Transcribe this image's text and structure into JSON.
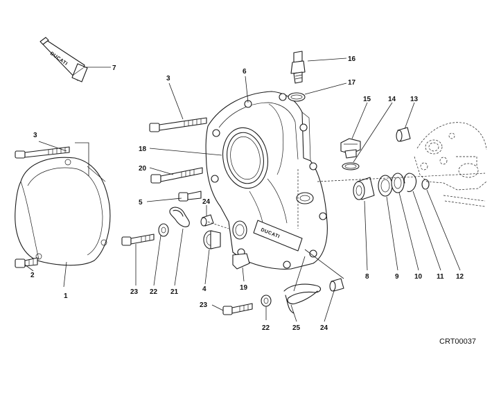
{
  "drawing_code": "CRT00037",
  "brand_marks": {
    "tube": "DUCATI",
    "cover": "DUCATI"
  },
  "labels": [
    {
      "id": "l1",
      "text": "1"
    },
    {
      "id": "l2",
      "text": "2"
    },
    {
      "id": "l3a",
      "text": "3"
    },
    {
      "id": "l3b",
      "text": "3"
    },
    {
      "id": "l4",
      "text": "4"
    },
    {
      "id": "l5",
      "text": "5"
    },
    {
      "id": "l6",
      "text": "6"
    },
    {
      "id": "l7",
      "text": "7"
    },
    {
      "id": "l8",
      "text": "8"
    },
    {
      "id": "l9",
      "text": "9"
    },
    {
      "id": "l10",
      "text": "10"
    },
    {
      "id": "l11",
      "text": "11"
    },
    {
      "id": "l12",
      "text": "12"
    },
    {
      "id": "l13",
      "text": "13"
    },
    {
      "id": "l14",
      "text": "14"
    },
    {
      "id": "l15",
      "text": "15"
    },
    {
      "id": "l16",
      "text": "16"
    },
    {
      "id": "l17",
      "text": "17"
    },
    {
      "id": "l18",
      "text": "18"
    },
    {
      "id": "l19",
      "text": "19"
    },
    {
      "id": "l20",
      "text": "20"
    },
    {
      "id": "l21",
      "text": "21"
    },
    {
      "id": "l22a",
      "text": "22"
    },
    {
      "id": "l22b",
      "text": "22"
    },
    {
      "id": "l23a",
      "text": "23"
    },
    {
      "id": "l23b",
      "text": "23"
    },
    {
      "id": "l24a",
      "text": "24"
    },
    {
      "id": "l24b",
      "text": "24"
    },
    {
      "id": "l25",
      "text": "25"
    }
  ]
}
